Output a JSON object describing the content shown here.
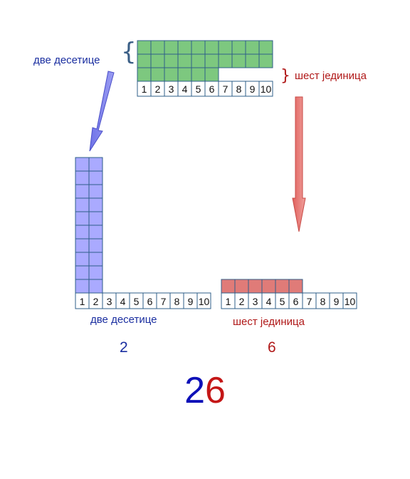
{
  "top_label_tens": "две десетице",
  "top_label_units": "шест јединица",
  "number_line_labels": [
    "1",
    "2",
    "3",
    "4",
    "5",
    "6",
    "7",
    "8",
    "9",
    "10"
  ],
  "left_group": {
    "label": "две десетице",
    "digit": "2",
    "columns": 2,
    "rows_per_column": 10
  },
  "right_group": {
    "label": "шест јединица",
    "digit": "6",
    "count": 6
  },
  "top_group": {
    "full_rows": 2,
    "partial_row_count": 6,
    "columns": 10
  },
  "result": {
    "tens_digit": "2",
    "units_digit": "6"
  },
  "colors": {
    "green_fill": "#7dc87f",
    "blue_fill": "#aaaaff",
    "red_fill": "#e07b78",
    "grid_stroke": "#2f5f8a",
    "tens_text": "#1a2ea0",
    "units_text": "#b01818"
  }
}
